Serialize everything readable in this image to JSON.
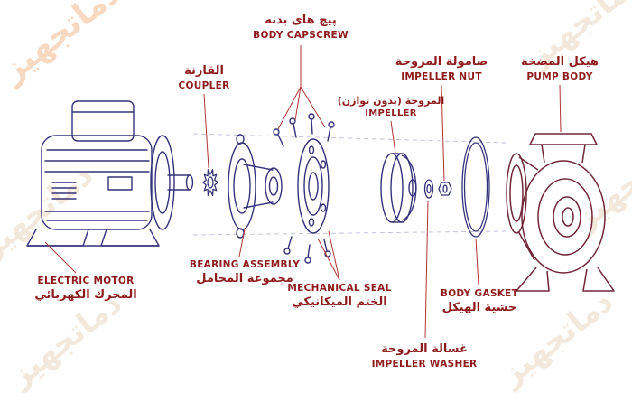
{
  "diagram": {
    "title": "pump exploded view diagram",
    "watermark": "دماتجهیز",
    "colors": {
      "label_text": "#8e1c1c",
      "leader_line": "#b03434",
      "motor_ink": "#34337a",
      "pump_body_ink": "#702636",
      "watermark_tan": "#ead9c4",
      "watermark_orange": "#f0c096"
    },
    "labels": {
      "body_capscrew": {
        "line1": "پیچ های بدنه",
        "line2": "BODY CAPSCREW"
      },
      "coupler": {
        "line1": "القارنة",
        "line2": "COUPLER"
      },
      "impeller_nut": {
        "line1": "صامولة المروحة",
        "line2": "IMPELLER NUT"
      },
      "pump_body": {
        "line1": "هيكل المضخة",
        "line2": "PUMP BODY"
      },
      "impeller": {
        "line1": "المروحة (بدون توازن)",
        "line2": "IMPELLER"
      },
      "electric_motor": {
        "line1": "ELECTRIC MOTOR",
        "line2": "المحرك الكهربائي"
      },
      "bearing_assembly": {
        "line1": "BEARING ASSEMBLY",
        "line2": "مجموعة المحامل"
      },
      "mechanical_seal": {
        "line1": "MECHANICAL SEAL",
        "line2": "الختم الميكانيكي"
      },
      "body_gasket": {
        "line1": "BODY GASKET",
        "line2": "حشية الهيكل"
      },
      "impeller_washer": {
        "line1": "غسالة المروحة",
        "line2": "IMPELLER WASHER"
      }
    }
  }
}
